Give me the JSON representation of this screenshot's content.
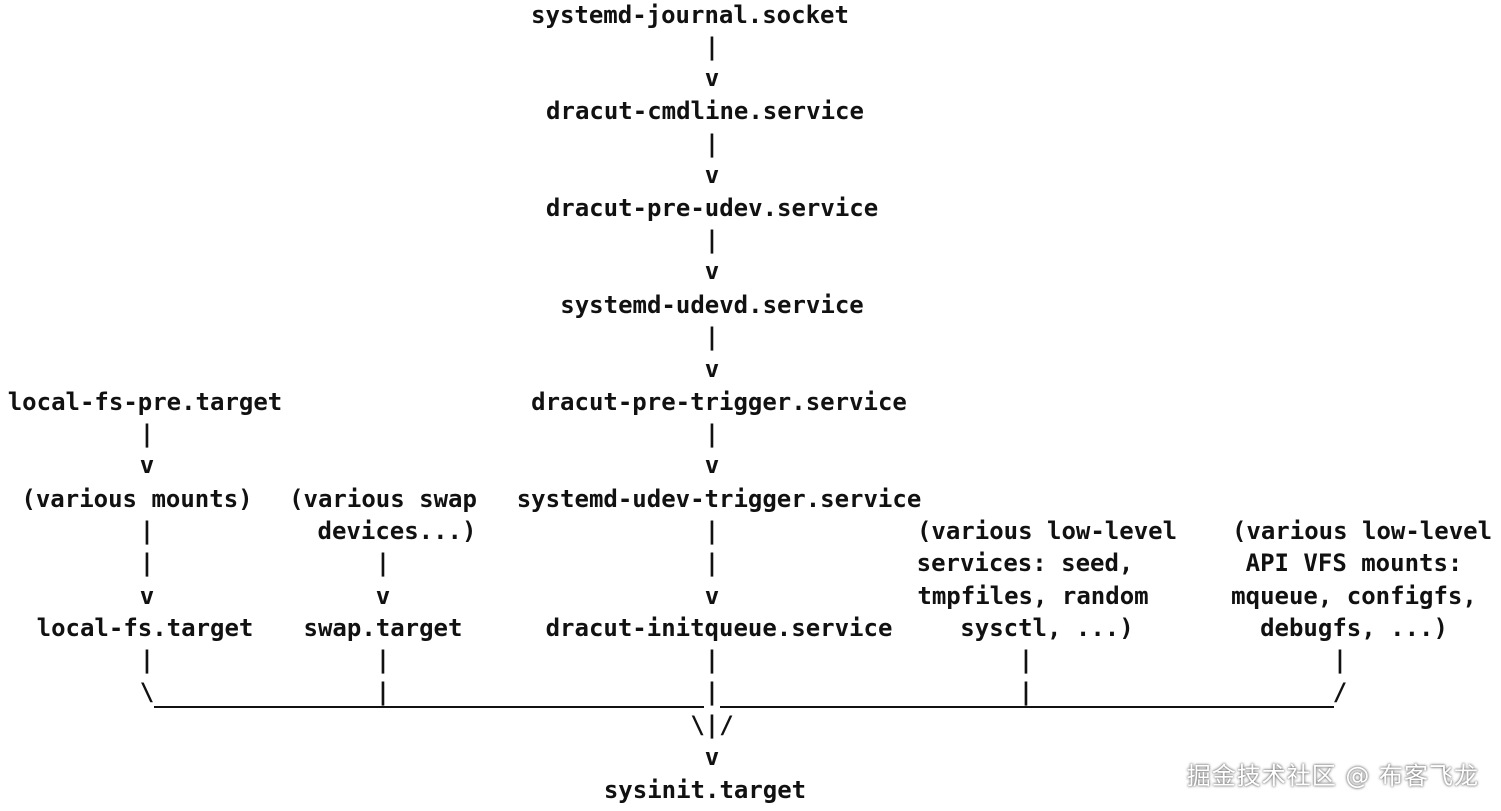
{
  "nodes": {
    "journal_socket": "systemd-journal.socket",
    "cmdline": "dracut-cmdline.service",
    "pre_udev": "dracut-pre-udev.service",
    "udevd": "systemd-udevd.service",
    "pre_trigger": "dracut-pre-trigger.service",
    "udev_trigger": "systemd-udev-trigger.service",
    "initqueue": "dracut-initqueue.service",
    "local_fs_pre": "local-fs-pre.target",
    "various_mounts": "(various mounts)",
    "local_fs": "local-fs.target",
    "swap_devices_1": "(various swap",
    "swap_devices_2": "devices...)",
    "swap": "swap.target",
    "lowlevel_svc_1": "(various low-level",
    "lowlevel_svc_2": "services: seed,",
    "lowlevel_svc_3": "tmpfiles, random",
    "lowlevel_svc_4": "sysctl, ...)",
    "vfs_mounts_1": "(various low-level",
    "vfs_mounts_2": "API VFS mounts:",
    "vfs_mounts_3": "mqueue, configfs,",
    "vfs_mounts_4": "debugfs, ...)",
    "sysinit": "sysinit.target"
  },
  "glyphs": {
    "pipe": "|",
    "arrow": "v",
    "merge": "\\|/",
    "backslash": "\\",
    "slash": "/"
  },
  "watermark": "掘金技术社区 @ 布客飞龙"
}
